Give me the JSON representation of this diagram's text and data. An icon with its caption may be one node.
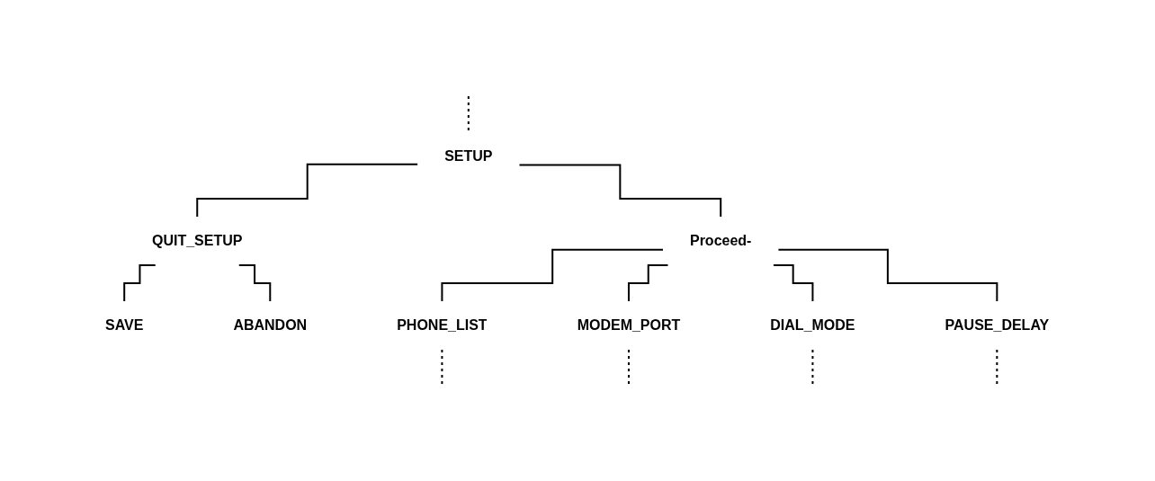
{
  "diagram": {
    "nodes": [
      {
        "text": [
          "SETUP"
        ]
      },
      {
        "text": [
          "QUIT_SETUP"
        ]
      },
      {
        "text": [
          "Proceed-"
        ]
      },
      {
        "text": [
          "SAVE"
        ]
      },
      {
        "text": [
          "ABANDON"
        ]
      },
      {
        "text": [
          "PHONE_LIST"
        ]
      },
      {
        "text": [
          "MODEM_PORT"
        ]
      },
      {
        "text": [
          "DIAL_MODE"
        ]
      },
      {
        "text": [
          "PAUSE_DELAY"
        ]
      }
    ],
    "edges": [
      {
        "from": null,
        "to": 0,
        "arrow": "none",
        "style": "dashed"
      },
      {
        "from": 0,
        "to": 1,
        "arrow": "none"
      },
      {
        "from": 0,
        "to": 2,
        "arrow": "none"
      },
      {
        "from": 1,
        "to": 3,
        "arrow": "none"
      },
      {
        "from": 1,
        "to": 4,
        "arrow": "none"
      },
      {
        "from": 2,
        "to": 5,
        "arrow": "none"
      },
      {
        "from": 2,
        "to": 6,
        "arrow": "none"
      },
      {
        "from": 2,
        "to": 7,
        "arrow": "none"
      },
      {
        "from": 2,
        "to": 8,
        "arrow": "none"
      },
      {
        "from": 5,
        "to": null,
        "arrow": "none",
        "style": "dashed"
      },
      {
        "from": 6,
        "to": null,
        "arrow": "none",
        "style": "dashed"
      },
      {
        "from": 7,
        "to": null,
        "arrow": "none",
        "style": "dashed"
      },
      {
        "from": 8,
        "to": null,
        "arrow": "none",
        "style": "dashed"
      }
    ]
  }
}
